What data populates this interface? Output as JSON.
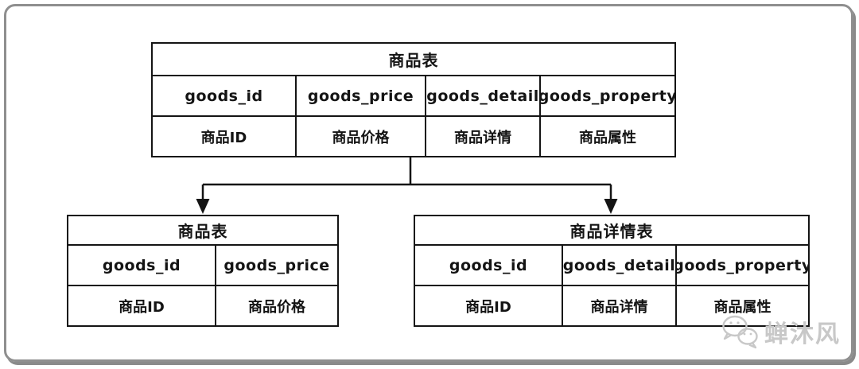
{
  "tables": {
    "top": {
      "title": "商品表",
      "fields": [
        "goods_id",
        "goods_price",
        "goods_detail",
        "goods_property"
      ],
      "labels": [
        "商品ID",
        "商品价格",
        "商品详情",
        "商品属性"
      ]
    },
    "left": {
      "title": "商品表",
      "fields": [
        "goods_id",
        "goods_price"
      ],
      "labels": [
        "商品ID",
        "商品价格"
      ]
    },
    "right": {
      "title": "商品详情表",
      "fields": [
        "goods_id",
        "goods_detail",
        "goods_property"
      ],
      "labels": [
        "商品ID",
        "商品详情",
        "商品属性"
      ]
    }
  },
  "watermark": {
    "text": "蝉沐风",
    "icon": "wechat-icon",
    "color": "#c8c8c8"
  },
  "colors": {
    "table_border": "#141414",
    "connector": "#141414",
    "frame_border": "#8f8f8f",
    "background": "#ffffff",
    "watermark": "#c8c8c8"
  }
}
